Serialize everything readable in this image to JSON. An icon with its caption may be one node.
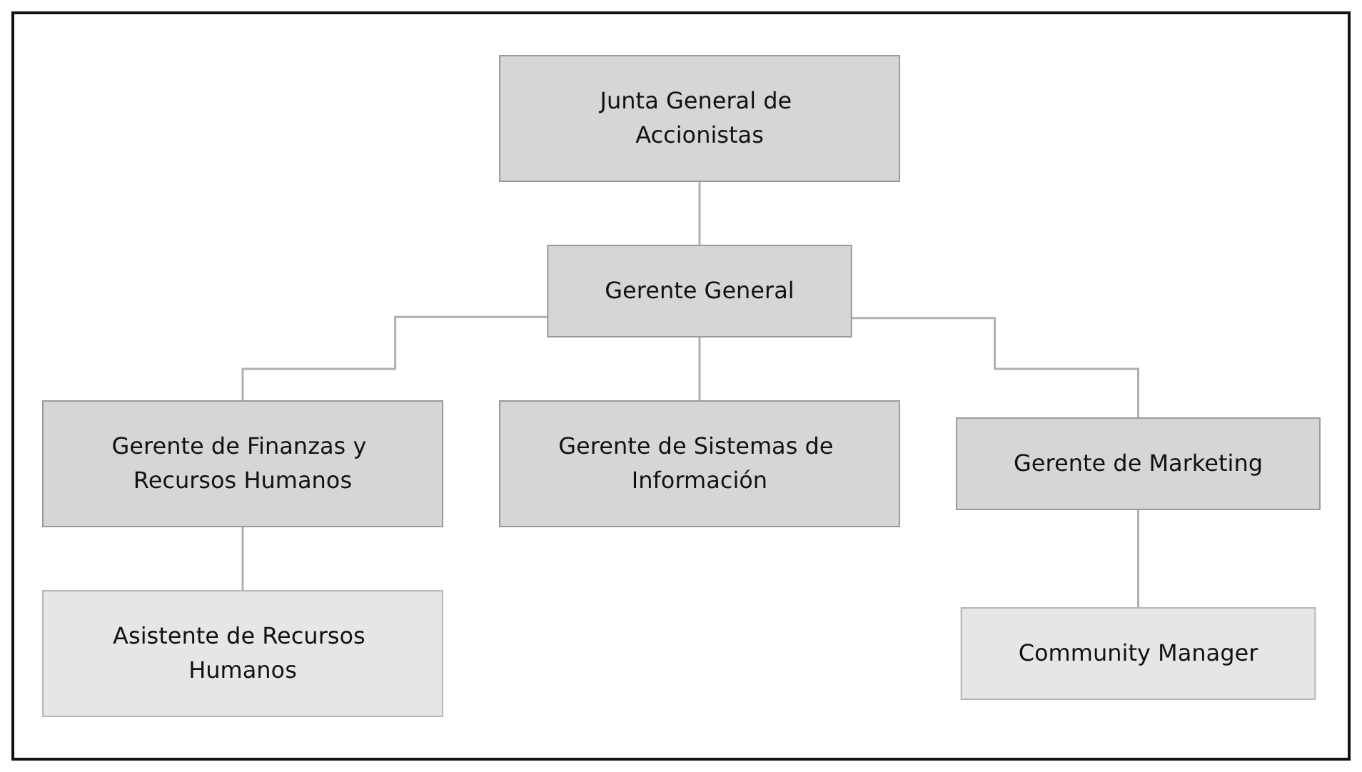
{
  "diagram": {
    "nodes": [
      {
        "text": [
          "Junta General de Accionistas"
        ]
      },
      {
        "text": [
          "Gerente General"
        ]
      },
      {
        "text": [
          "Gerente de Finanzas y Recursos Humanos"
        ]
      },
      {
        "text": [
          "Gerente de Sistemas de Información"
        ]
      },
      {
        "text": [
          "Gerente de Marketing"
        ]
      },
      {
        "text": [
          "Asistente de Recursos Humanos"
        ]
      },
      {
        "text": [
          "Community Manager"
        ]
      }
    ],
    "edges": [
      {
        "from": 0,
        "to": 1,
        "arrow": "none"
      },
      {
        "from": 1,
        "to": 2,
        "arrow": "none"
      },
      {
        "from": 1,
        "to": 3,
        "arrow": "none"
      },
      {
        "from": 1,
        "to": 4,
        "arrow": "none"
      },
      {
        "from": 2,
        "to": 5,
        "arrow": "none"
      },
      {
        "from": 4,
        "to": 6,
        "arrow": "none"
      }
    ]
  }
}
